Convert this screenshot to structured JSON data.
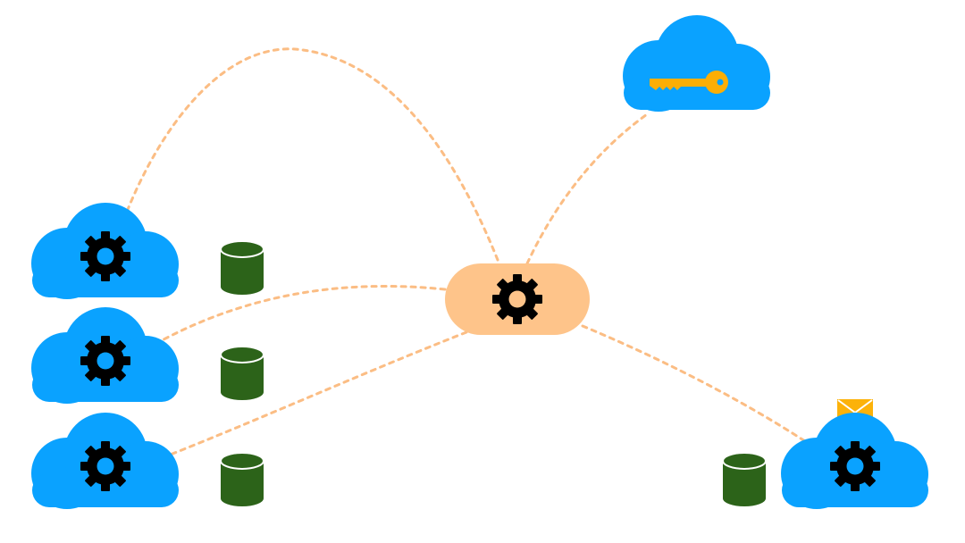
{
  "diagram": {
    "colors": {
      "background": "#ffffff",
      "cloud": "#0aa2ff",
      "hub": "#fec48a",
      "connector": "#fbbd84",
      "gear": "#000000",
      "gear_hole_cloud": "#0aa2ff",
      "gear_hole_hub": "#fec48a",
      "database": "#2c6319",
      "database_stroke": "#ffffff",
      "key": "#fcae05",
      "envelope": "#fcb20a"
    },
    "hub": {
      "icon": "gear-icon"
    },
    "clouds": [
      {
        "id": "service-cloud-1",
        "icon": "gear-icon",
        "has_database": true
      },
      {
        "id": "service-cloud-2",
        "icon": "gear-icon",
        "has_database": true
      },
      {
        "id": "service-cloud-3",
        "icon": "gear-icon",
        "has_database": true
      },
      {
        "id": "key-cloud",
        "icon": "key-icon",
        "has_database": false
      },
      {
        "id": "mail-cloud",
        "icon": "gear-icon",
        "has_database": true,
        "badge_icon": "envelope-icon"
      }
    ],
    "connections": [
      {
        "from": "hub",
        "to": "service-cloud-1"
      },
      {
        "from": "hub",
        "to": "service-cloud-2"
      },
      {
        "from": "hub",
        "to": "service-cloud-3"
      },
      {
        "from": "hub",
        "to": "key-cloud"
      },
      {
        "from": "hub",
        "to": "mail-cloud"
      }
    ]
  }
}
